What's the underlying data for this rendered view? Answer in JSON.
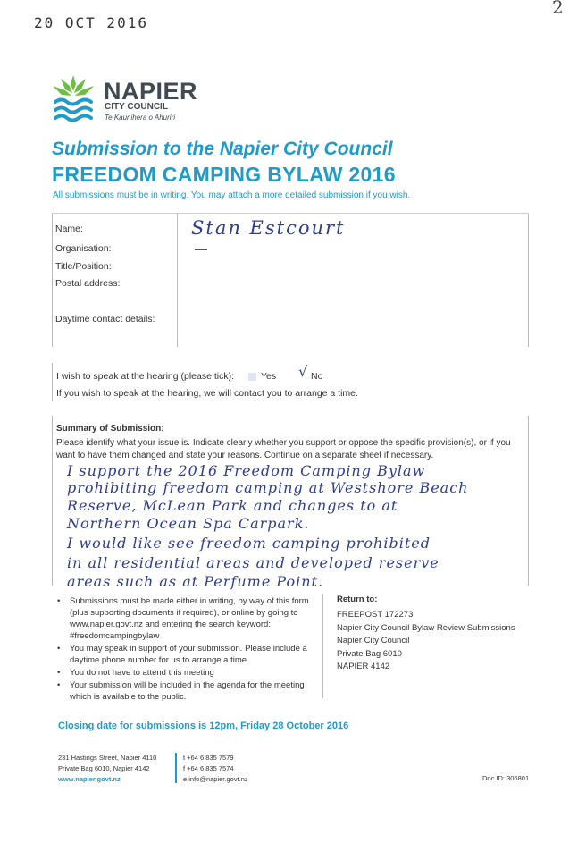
{
  "stamp": {
    "date": "20 OCT 2016",
    "corner_mark": "2"
  },
  "logo": {
    "name": "NAPIER",
    "sub": "CITY COUNCIL",
    "maori": "Te Kaunihera o Ahuriri"
  },
  "header": {
    "title_line1": "Submission to the Napier City Council",
    "title_line2": "FREEDOM CAMPING BYLAW 2016",
    "intro": "All submissions must be in writing. You may attach a more detailed submission if you wish."
  },
  "form": {
    "name_label": "Name:",
    "name_value": "Stan Estcourt",
    "organisation_label": "Organisation:",
    "title_label": "Title/Position:",
    "postal_label": "Postal address:",
    "contact_label": "Daytime contact details:"
  },
  "hearing": {
    "question": "I wish to speak at the hearing (please tick):",
    "yes_label": "Yes",
    "no_label": "No",
    "tick": "√",
    "note": "If you wish to speak at the hearing, we will contact you to arrange a time."
  },
  "summary": {
    "heading": "Summary of Submission:",
    "instructions": "Please identify what your issue is. Indicate clearly whether you support or oppose the specific provision(s), or if you want to have them changed and state your reasons. Continue on a separate sheet if necessary.",
    "handwritten_lines": [
      "I support the 2016 Freedom Camping Bylaw",
      "prohibiting freedom camping at Westshore Beach",
      "Reserve, McLean Park and changes to at",
      "Northern Ocean Spa Carpark.",
      "I would like see freedom camping prohibited",
      "in all residential areas and developed reserve",
      "areas such as at Perfume Point."
    ]
  },
  "notes": {
    "bullets": [
      "Submissions must be made either in writing, by way of this form (plus supporting documents if required), or online by going to www.napier.govt.nz and entering the search keyword: #freedomcampingbylaw",
      "You may speak in support of your submission. Please include a daytime phone number for us to arrange a time",
      "You do not have to attend this meeting",
      "Your submission will be included in the agenda for the meeting which is available to the public."
    ]
  },
  "return_to": {
    "heading": "Return to:",
    "lines": [
      "FREEPOST 172273",
      "Napier City Council Bylaw Review Submissions",
      "Napier City Council",
      "Private Bag 6010",
      "NAPIER 4142"
    ]
  },
  "closing": "Closing date for submissions is 12pm, Friday 28 October 2016",
  "footer": {
    "address1": "231 Hastings Street, Napier 4110",
    "address2": "Private Bag 6010, Napier 4142",
    "website": "www.napier.govt.nz",
    "phone": "t +64 6 835 7579",
    "fax": "f +64 6 835 7574",
    "email": "e info@napier.govt.nz",
    "doc_id": "Doc ID: 306801"
  },
  "colors": {
    "brand_blue": "#1f9bc9",
    "brand_green": "#6fbe44",
    "ink": "#2e3d8a"
  }
}
